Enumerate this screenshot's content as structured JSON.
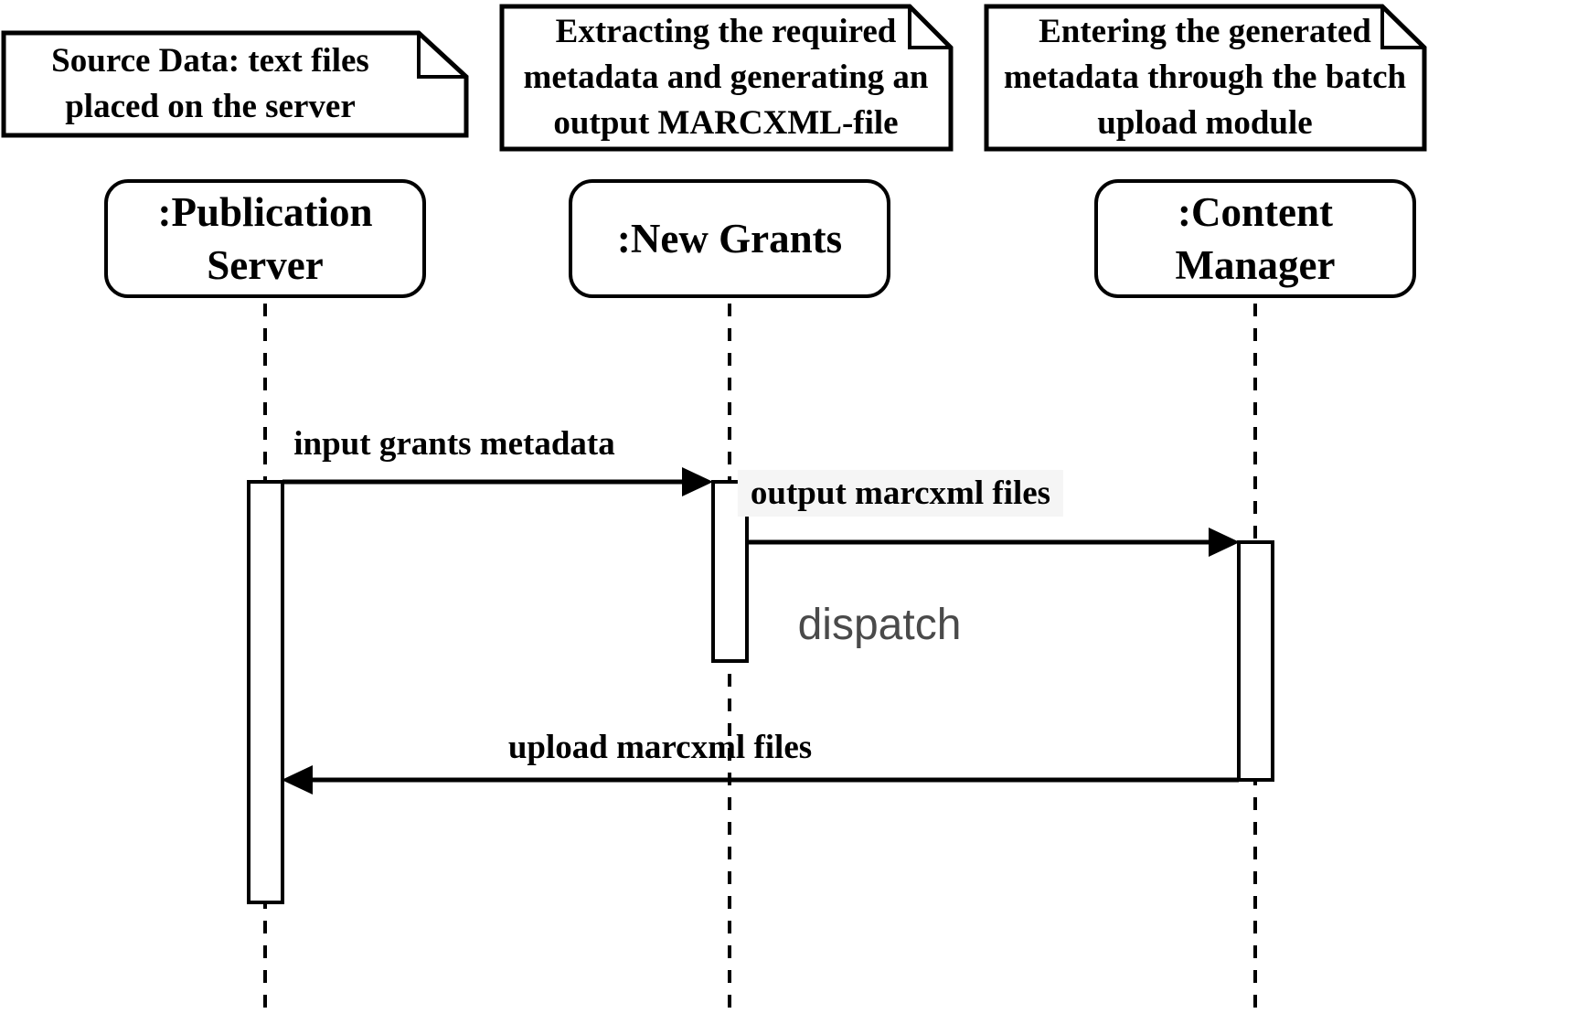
{
  "diagram": {
    "type": "uml-sequence-diagram",
    "notes": [
      {
        "lines": [
          "Source Data: text files",
          "placed on the server"
        ]
      },
      {
        "lines": [
          "Extracting the required",
          "metadata and generating an",
          "output MARCXML-file"
        ]
      },
      {
        "lines": [
          "Entering the generated",
          "metadata through the batch",
          "upload module"
        ]
      }
    ],
    "actors": [
      {
        "name": ":Publication Server",
        "label_lines": [
          ":Publication",
          "Server"
        ]
      },
      {
        "name": ":New Grants",
        "label_lines": [
          ":New Grants"
        ]
      },
      {
        "name": ":Content Manager",
        "label_lines": [
          ":Content",
          "Manager"
        ]
      }
    ],
    "messages": {
      "m1": "input grants metadata",
      "m2": "output marcxml files",
      "dispatch": "dispatch",
      "m3": "upload marcxml files"
    },
    "colors": {
      "stroke": "#000000",
      "background": "#ffffff",
      "dispatch_text": "#4a4a4a",
      "message_label_bg": "#f5f5f5"
    }
  }
}
